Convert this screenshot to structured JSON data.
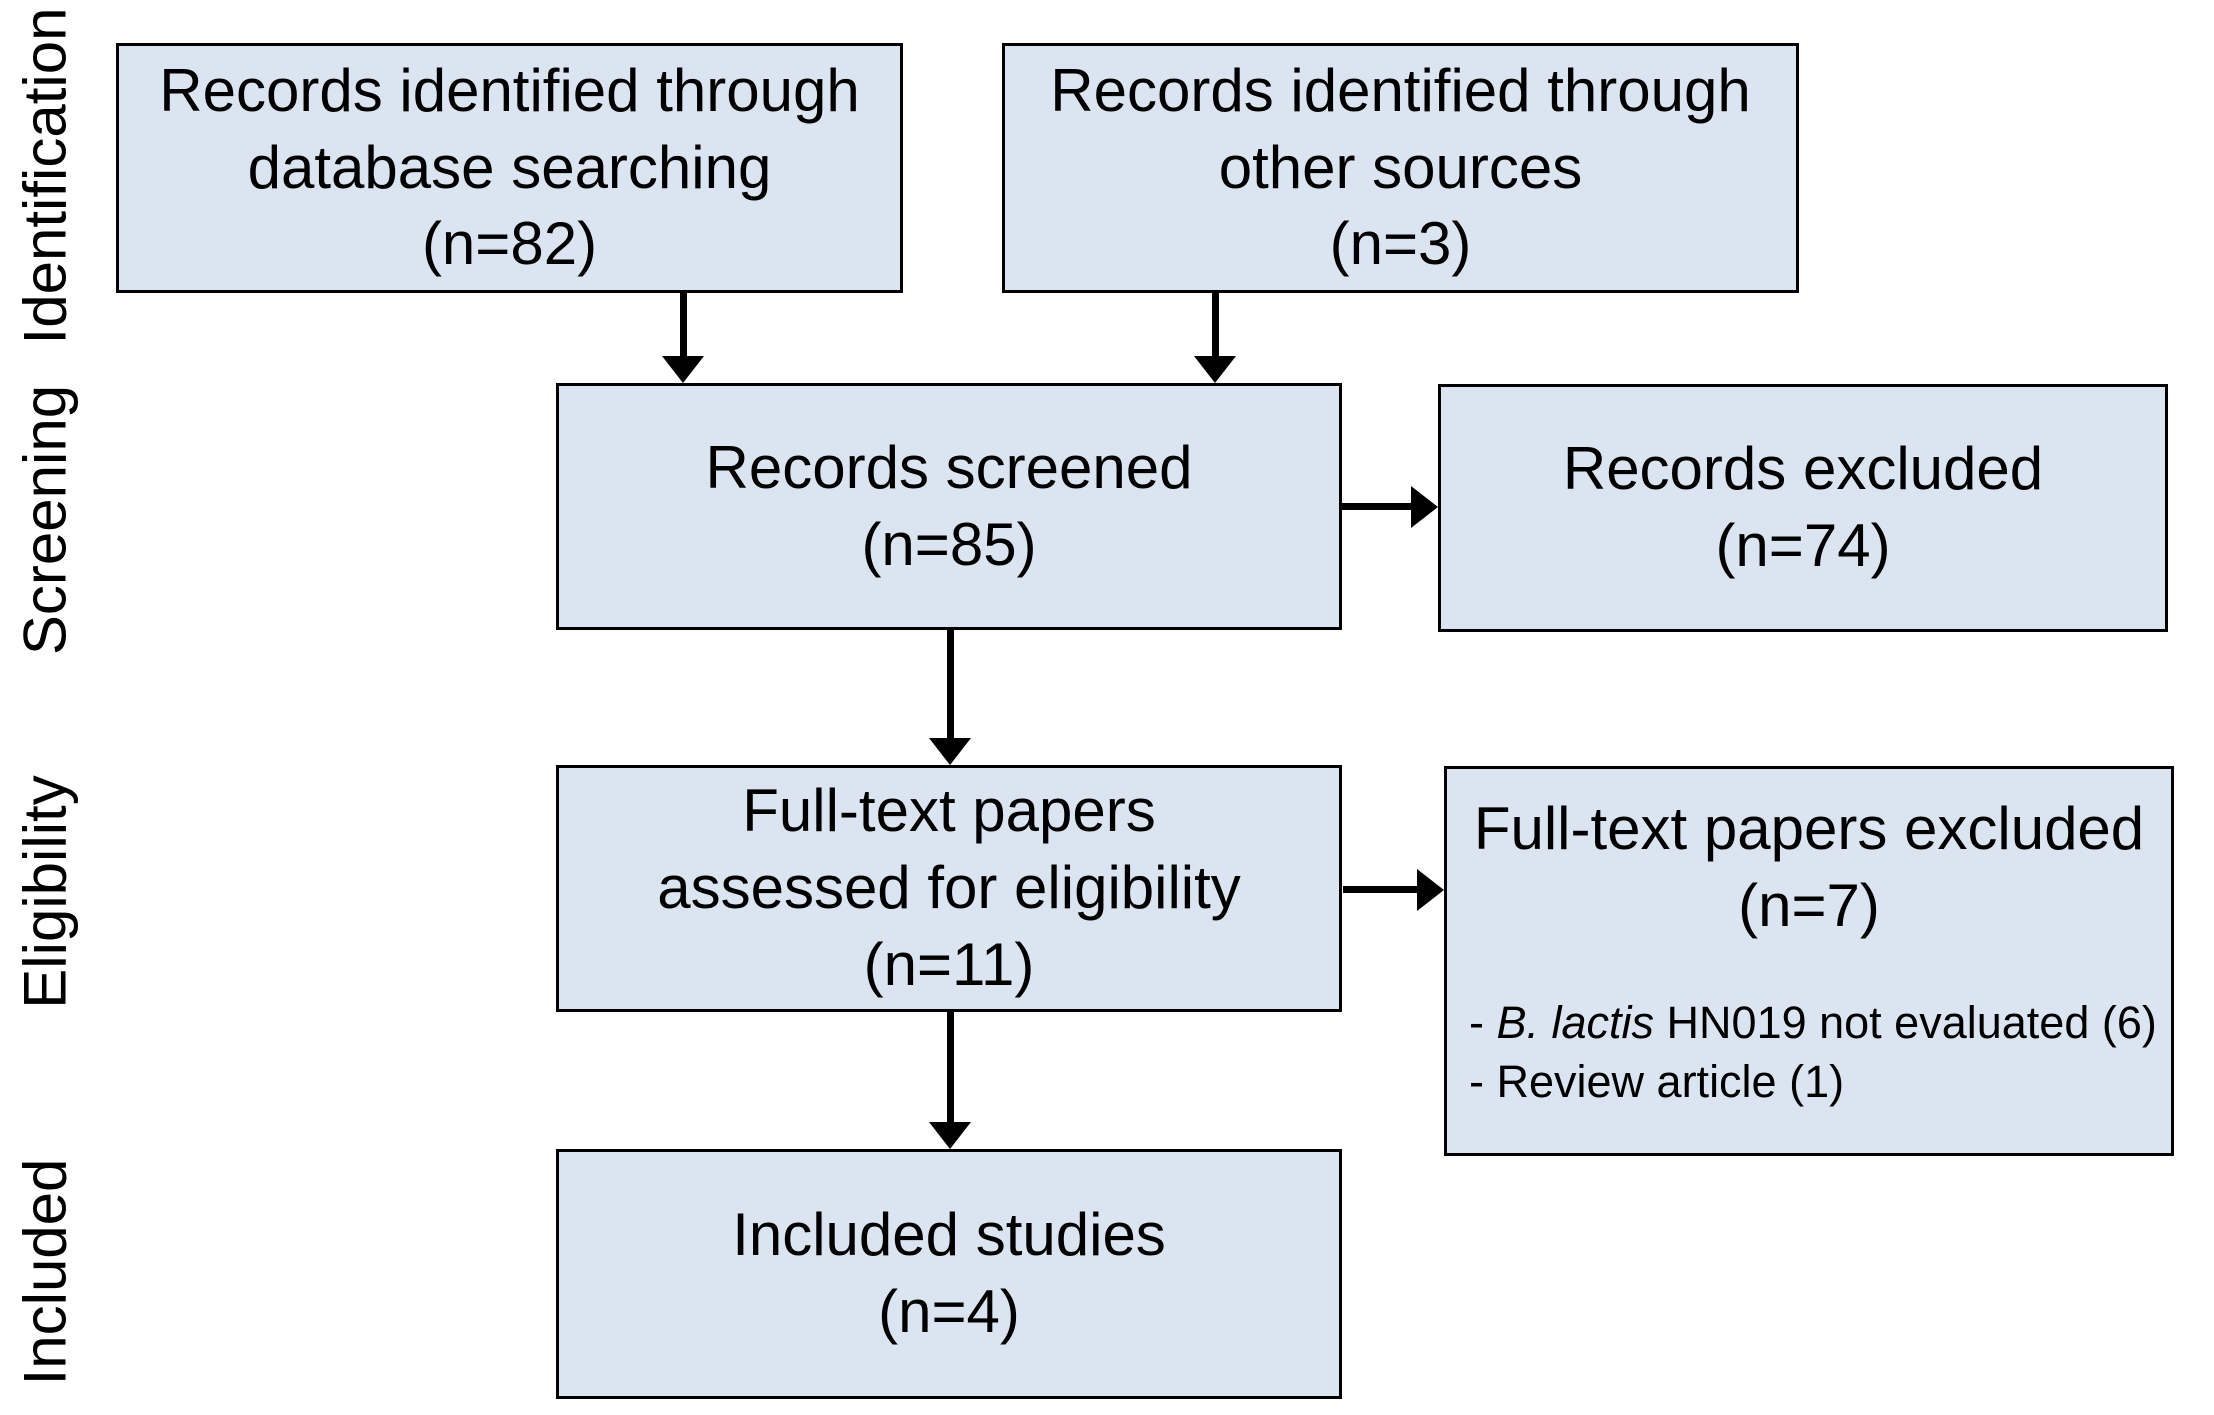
{
  "diagram_type": "flowchart",
  "colors": {
    "box_fill": "#dbe5f1",
    "box_border": "#000000",
    "arrow": "#000000",
    "text": "#000000",
    "background": "#ffffff"
  },
  "stage_labels": {
    "identification": "Identification",
    "screening": "Screening",
    "eligibility": "Eligibility",
    "included": "Included"
  },
  "boxes": {
    "database_search": {
      "lines": [
        "Records identified through",
        "database searching",
        "(n=82)"
      ]
    },
    "other_sources": {
      "lines": [
        "Records identified through",
        "other sources",
        "(n=3)"
      ]
    },
    "records_screened": {
      "lines": [
        "Records screened",
        "(n=85)"
      ]
    },
    "records_excluded": {
      "lines": [
        "Records excluded",
        "(n=74)"
      ]
    },
    "fulltext_assessed": {
      "lines": [
        "Full-text papers",
        "assessed for eligibility",
        "(n=11)"
      ]
    },
    "fulltext_excluded": {
      "lines": [
        "Full-text papers excluded",
        "(n=7)"
      ],
      "reasons": [
        {
          "prefix": "- ",
          "italic": "B. lactis",
          "rest": " HN019 not evaluated (6)"
        },
        {
          "prefix": "- ",
          "italic": "",
          "rest": "Review article (1)"
        }
      ]
    },
    "included_studies": {
      "lines": [
        "Included studies",
        "(n=4)"
      ]
    }
  }
}
